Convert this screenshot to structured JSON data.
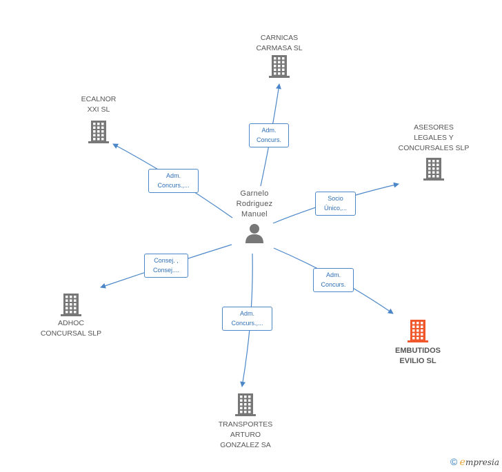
{
  "center": {
    "label": "Garnelo\nRodriguez\nManuel",
    "icon": "person-icon"
  },
  "companies": [
    {
      "id": "carnicas",
      "label": "CARNICAS\nCARMASA  SL",
      "icon": "building-icon",
      "color": "#777777"
    },
    {
      "id": "ecalnor",
      "label": "ECALNOR\nXXI SL",
      "icon": "building-icon",
      "color": "#777777"
    },
    {
      "id": "asesores",
      "label": "ASESORES\nLEGALES Y\nCONCURSALES SLP",
      "icon": "building-icon",
      "color": "#777777"
    },
    {
      "id": "adhoc",
      "label": "ADHOC\nCONCURSAL SLP",
      "icon": "building-icon",
      "color": "#777777"
    },
    {
      "id": "transportes",
      "label": "TRANSPORTES\nARTURO\nGONZALEZ SA",
      "icon": "building-icon",
      "color": "#777777"
    },
    {
      "id": "embutidos",
      "label": "EMBUTIDOS\nEVILIO SL",
      "icon": "building-icon",
      "color": "#f0582b"
    }
  ],
  "relations": [
    {
      "to": "carnicas",
      "label": "Adm.\nConcurs."
    },
    {
      "to": "ecalnor",
      "label": "Adm.\nConcurs.,..."
    },
    {
      "to": "asesores",
      "label": "Socio\nÚnico,..."
    },
    {
      "to": "adhoc",
      "label": "Consej. ,\nConsej...."
    },
    {
      "to": "transportes",
      "label": "Adm.\nConcurs.,..."
    },
    {
      "to": "embutidos",
      "label": "Adm.\nConcurs."
    }
  ],
  "colors": {
    "edge": "#4a86c8",
    "building": "#777777",
    "highlight": "#f0582b"
  },
  "footer": {
    "copyright": "©",
    "brand_first": "e",
    "brand_rest": "mpresia"
  }
}
